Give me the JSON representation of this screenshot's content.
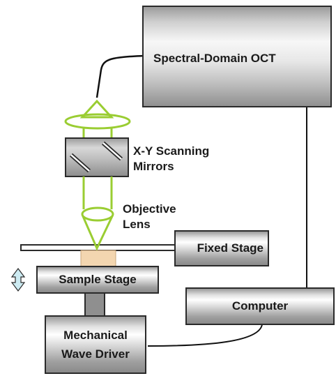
{
  "diagram": {
    "oct_label": "Spectral-Domain OCT",
    "mirrors_label_line1": "X-Y Scanning",
    "mirrors_label_line2": "Mirrors",
    "objective_label_line1": "Objective",
    "objective_label_line2": "Lens",
    "fixed_stage_label": "Fixed Stage",
    "sample_stage_label": "Sample Stage",
    "computer_label": "Computer",
    "wave_driver_line1": "Mechanical",
    "wave_driver_line2": "Wave Driver"
  },
  "colors": {
    "beam": "#9acd32",
    "sample": "#f3d6b0",
    "arrow": "#cdebf2"
  }
}
